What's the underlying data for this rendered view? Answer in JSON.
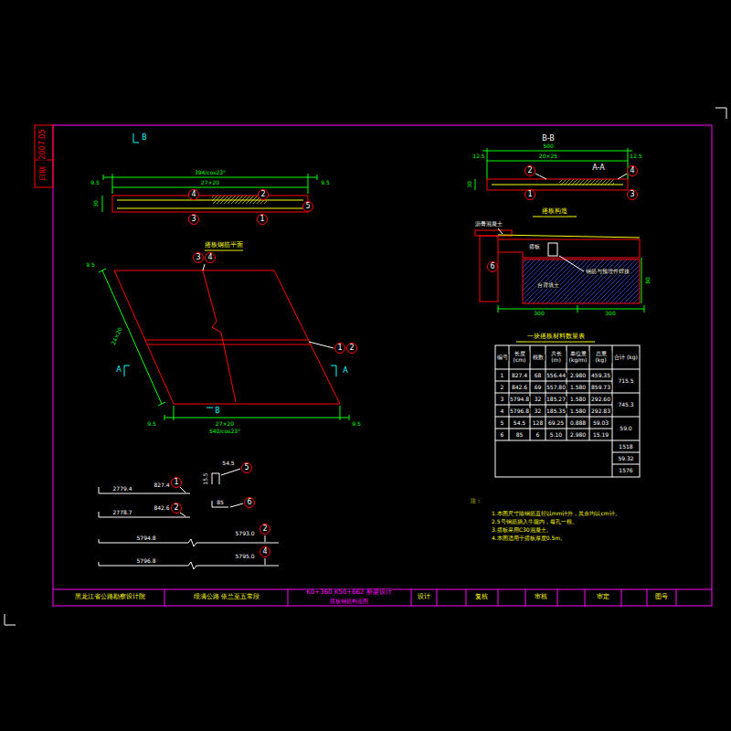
{
  "diagram": {
    "nodes": [
      {
        "text": [
          "4"
        ]
      },
      {
        "text": [
          "2"
        ]
      },
      {
        "text": [
          "3"
        ]
      },
      {
        "text": [
          "1"
        ]
      },
      {
        "text": [
          "5"
        ]
      },
      {
        "text": [
          "3"
        ]
      },
      {
        "text": [
          "4"
        ]
      },
      {
        "text": [
          "1"
        ]
      },
      {
        "text": [
          "2"
        ]
      },
      {
        "text": [
          "2"
        ]
      },
      {
        "text": [
          "1"
        ]
      },
      {
        "text": [
          "4"
        ]
      },
      {
        "text": [
          "3"
        ]
      },
      {
        "text": [
          "6"
        ]
      },
      {
        "text": [
          "1"
        ]
      },
      {
        "text": [
          "2"
        ]
      },
      {
        "text": [
          "5"
        ]
      },
      {
        "text": [
          "6"
        ]
      },
      {
        "text": [
          "2"
        ]
      },
      {
        "text": [
          "4"
        ]
      }
    ],
    "labels": [
      "2007.05",
      "日期",
      "B",
      "394/cos23°",
      "27×20",
      "9.5",
      "9.5",
      "30",
      "搭板钢筋平面",
      "9.5",
      "24×20",
      "A",
      "A",
      "B",
      "9.5",
      "27×20",
      "540/cos23°",
      "9.5",
      "B-B",
      "500",
      "20×25",
      "12.5",
      "12.5",
      "A-A",
      "30",
      "搭板构造",
      "沥青混凝土",
      "搭板",
      "台背填土",
      "钢筋与预埋件焊接",
      "300",
      "300",
      "80",
      "一块搭板材料数量表",
      "编号",
      "长度 (cm)",
      "根数",
      "共长 (m)",
      "单位重 (kg/m)",
      "总重 (kg)",
      "合计 (kg)",
      "1",
      "827.4",
      "68",
      "556.44",
      "2.980",
      "459.35",
      "2",
      "842.6",
      "69",
      "557.80",
      "1.580",
      "859.73",
      "3",
      "5794.8",
      "32",
      "185.27",
      "1.580",
      "292.60",
      "4",
      "5796.8",
      "32",
      "185.35",
      "1.580",
      "292.83",
      "5",
      "54.5",
      "128",
      "69.25",
      "0.888",
      "59.03",
      "6",
      "85",
      "6",
      "5.10",
      "2.980",
      "15.19",
      "715.5",
      "745.3",
      "59.0",
      "1518",
      "59.32",
      "1576",
      "注：",
      "1.本图尺寸除钢筋直径以mm计外，其余均以cm计。",
      "2.5号钢筋插入牛腿内，每孔一根。",
      "3.搭板采用C30混凝土。",
      "4.本图适用于搭板厚度0.5m。",
      "2779.4",
      "827.4",
      "2778.7",
      "842.6",
      "54.5",
      "15.5",
      "85",
      "5794.8",
      "5793.0",
      "5796.8",
      "5795.0",
      "黑龙江省公路勘察设计院",
      "绥满公路 依兰至五常段",
      "K0+360 K50+662 桥梁设计",
      "搭板钢筋构造图",
      "设计",
      "复核",
      "审核",
      "审定",
      "图号"
    ]
  }
}
